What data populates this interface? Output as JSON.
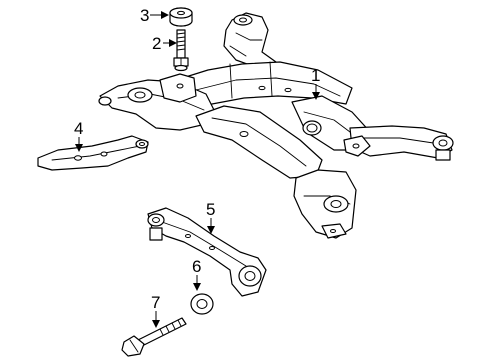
{
  "callouts": {
    "c1": "1",
    "c2": "2",
    "c3": "3",
    "c4": "4",
    "c5": "5",
    "c6": "6",
    "c7": "7"
  },
  "style": {
    "line_color": "#000000",
    "background": "#ffffff"
  }
}
